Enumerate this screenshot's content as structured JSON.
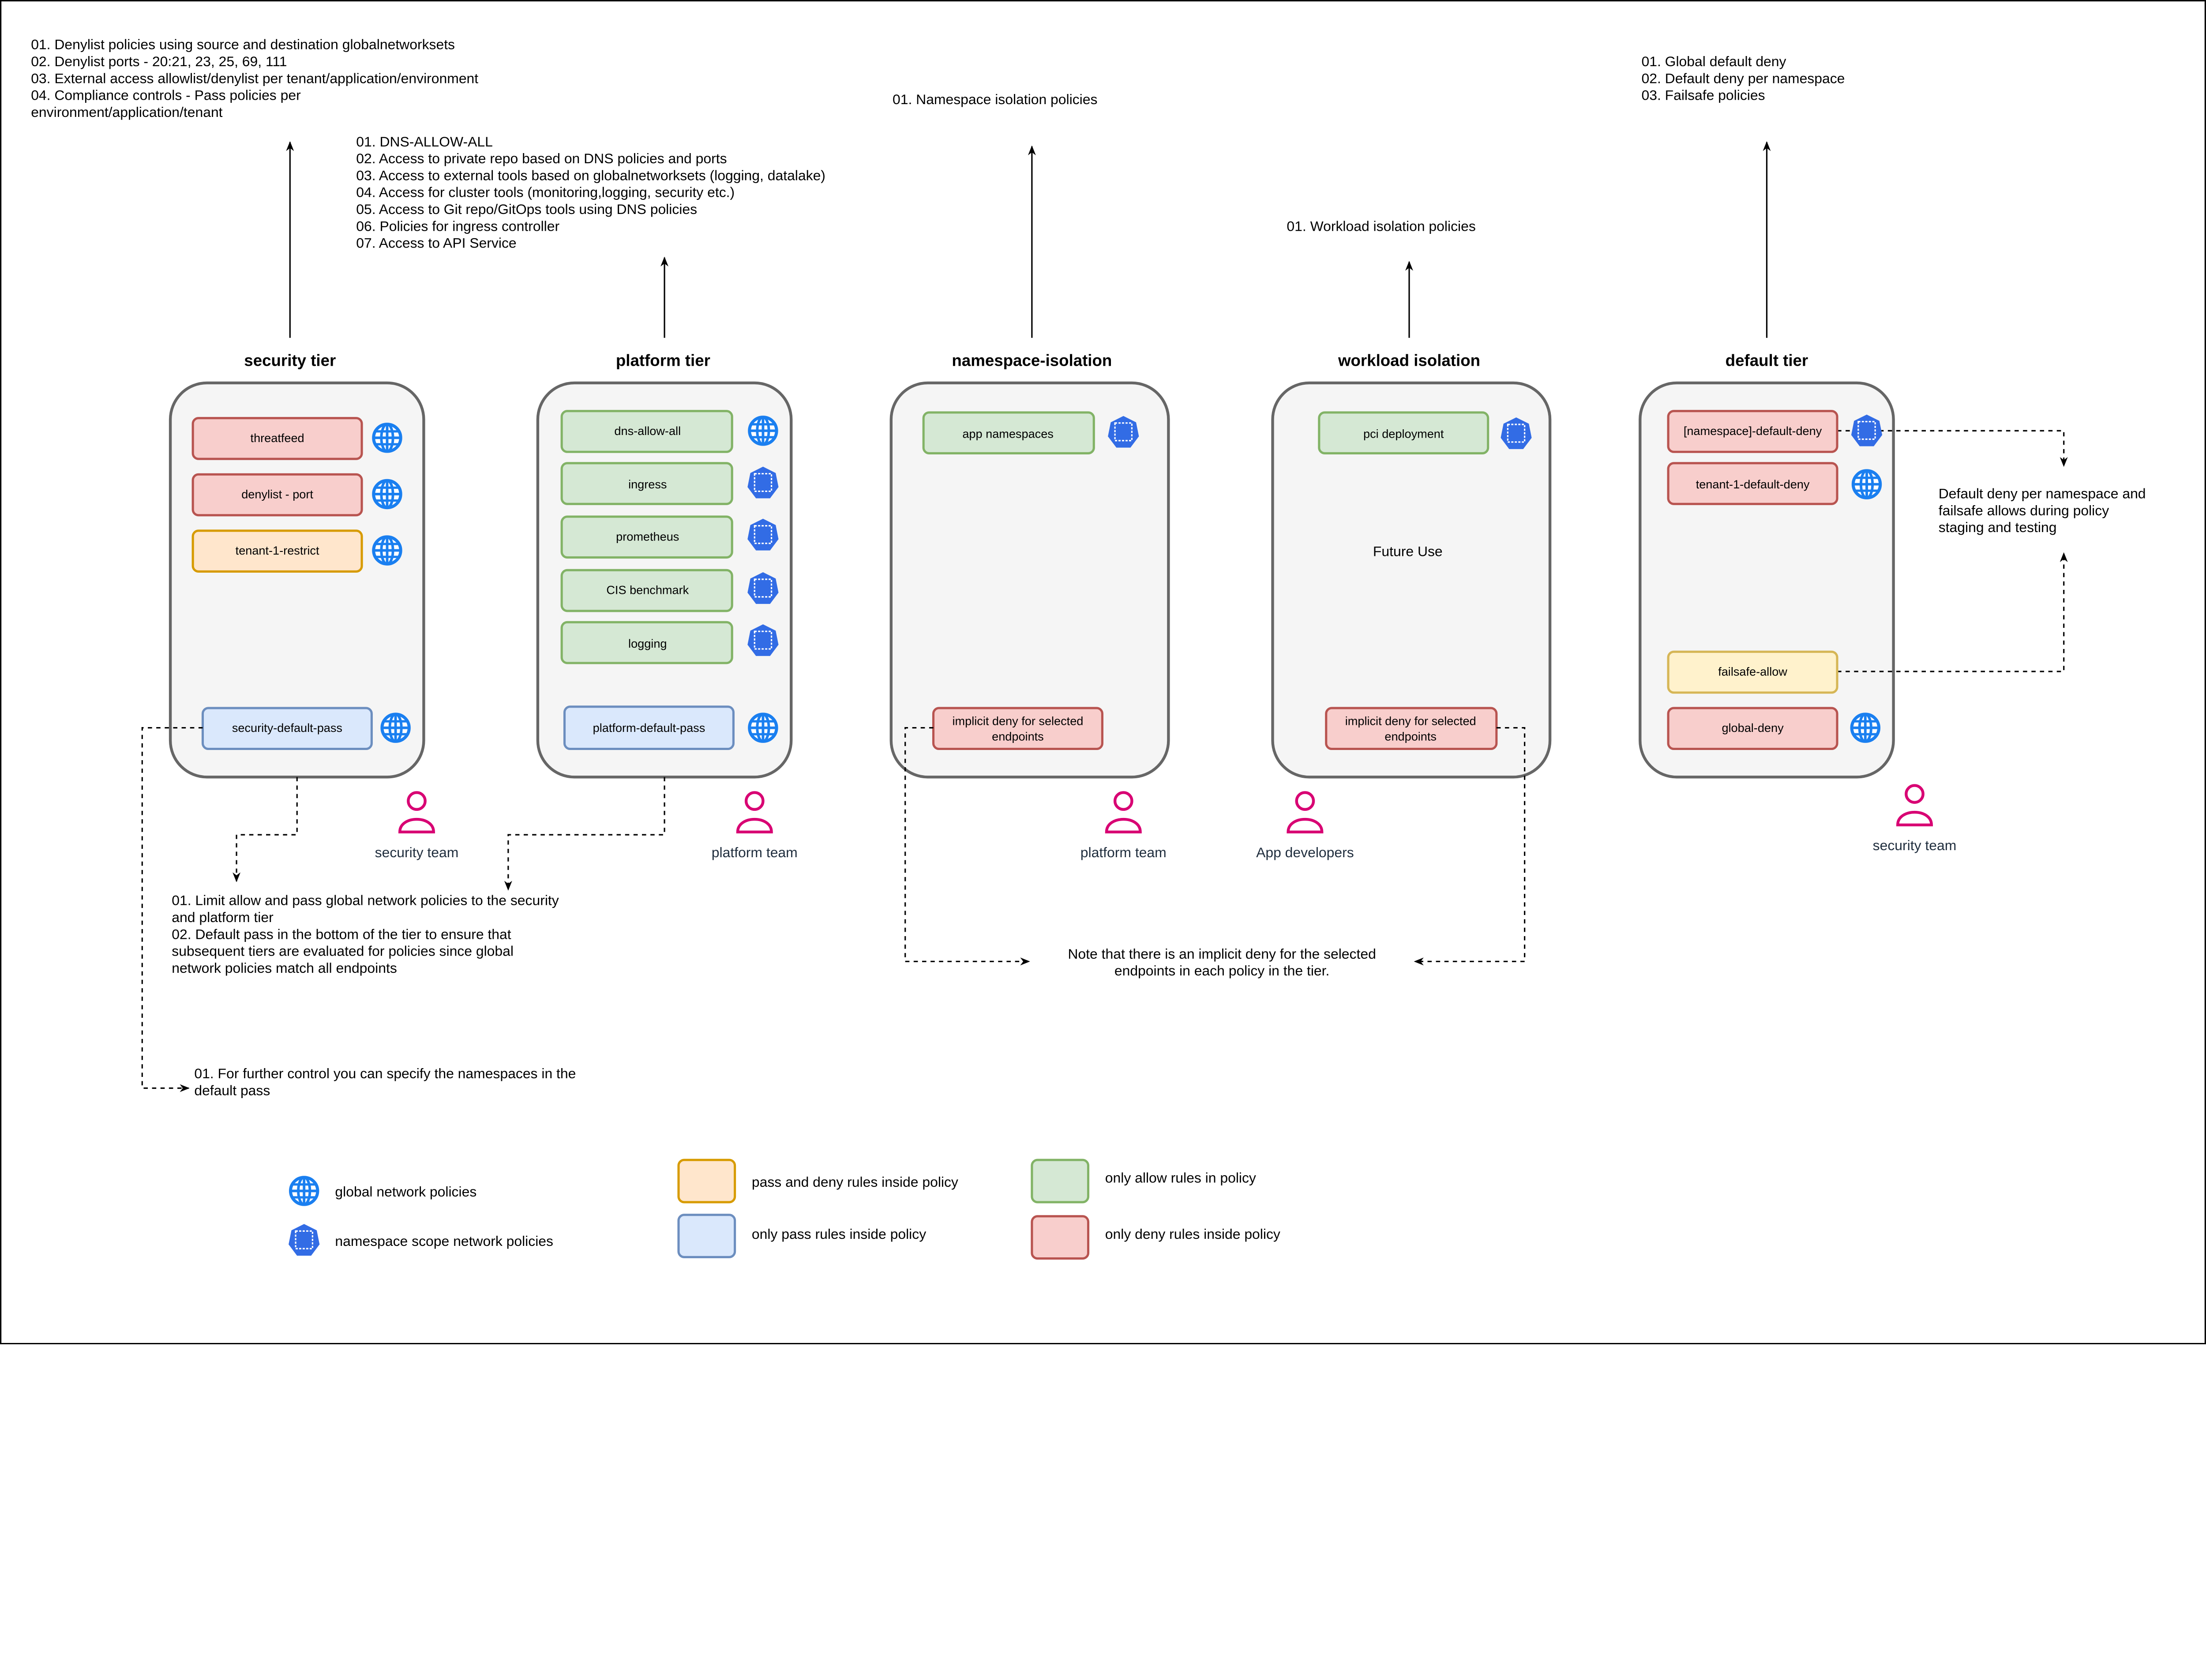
{
  "colors": {
    "globe": "#1a7ff0",
    "namespace_hex": "#326ce5",
    "person": "#d80073",
    "deny": "#f8cecc",
    "allow": "#d5e8d4",
    "pass": "#dae8fc",
    "pass_deny": "#ffe6cc",
    "failsafe": "#fff2cc"
  },
  "icons": {
    "global": "globe-icon",
    "namespace": "kubernetes-namespace-icon",
    "person": "user-icon"
  },
  "notes": {
    "security": [
      "01. Denylist policies using source and destination globalnetworksets",
      "02. Denylist ports - 20:21, 23, 25, 69, 111",
      "03. External access allowlist/denylist per tenant/application/environment",
      "04. Compliance controls - Pass policies per",
      "environment/application/tenant"
    ],
    "platform": [
      "01. DNS-ALLOW-ALL",
      "02. Access to private repo based on DNS policies and ports",
      "03. Access to external tools based on globalnetworksets (logging, datalake)",
      "04. Access for cluster tools (monitoring,logging, security etc.)",
      "05. Access to Git repo/GitOps tools using DNS policies",
      "06. Policies for ingress controller",
      "07. Access to API Service"
    ],
    "namespace": [
      "01. Namespace isolation policies"
    ],
    "workload": [
      "01. Workload isolation policies"
    ],
    "default": [
      "01. Global default deny",
      "02. Default deny per namespace",
      "03. Failsafe policies"
    ],
    "default_side": [
      "Default deny per namespace and",
      "failsafe allows during policy",
      "staging and testing"
    ],
    "pass_info": [
      "01. Limit allow and pass global network policies to the security",
      "and platform tier",
      "02. Default pass in the bottom of the tier to ensure that",
      "subsequent tiers are evaluated for policies since global",
      "network policies match all endpoints"
    ],
    "namespaces_in_pass": [
      "01. For further control you can specify the namespaces in the",
      "default pass"
    ],
    "implicit_deny": [
      "Note that there is an implicit deny for the selected",
      "endpoints in each policy in the tier."
    ]
  },
  "tiers": {
    "security": {
      "title": "security tier",
      "policies": [
        "threatfeed",
        "denylist - port",
        "tenant-1-restrict",
        "security-default-pass"
      ],
      "team": "security team"
    },
    "platform": {
      "title": "platform tier",
      "policies": [
        "dns-allow-all",
        "ingress",
        "prometheus",
        "CIS benchmark",
        "logging",
        "platform-default-pass"
      ],
      "team": "platform team"
    },
    "namespace": {
      "title": "namespace-isolation",
      "policies": [
        "app namespaces"
      ],
      "implicit": [
        "implicit deny for selected",
        "endpoints"
      ],
      "team": "platform team"
    },
    "workload": {
      "title": "workload isolation",
      "policies": [
        "pci deployment"
      ],
      "future": "Future Use",
      "implicit": [
        "implicit deny for selected",
        "endpoints"
      ],
      "team": "App developers"
    },
    "default": {
      "title": "default tier",
      "policies": [
        "[namespace]-default-deny",
        "tenant-1-default-deny",
        "failsafe-allow",
        "global-deny"
      ],
      "team": "security team"
    }
  },
  "legend": {
    "global": "global network policies",
    "namespace": "namespace scope network policies",
    "pass_deny": "pass and deny rules inside policy",
    "pass": "only pass rules inside policy",
    "allow": "only allow rules in policy",
    "deny": "only deny rules inside policy"
  }
}
